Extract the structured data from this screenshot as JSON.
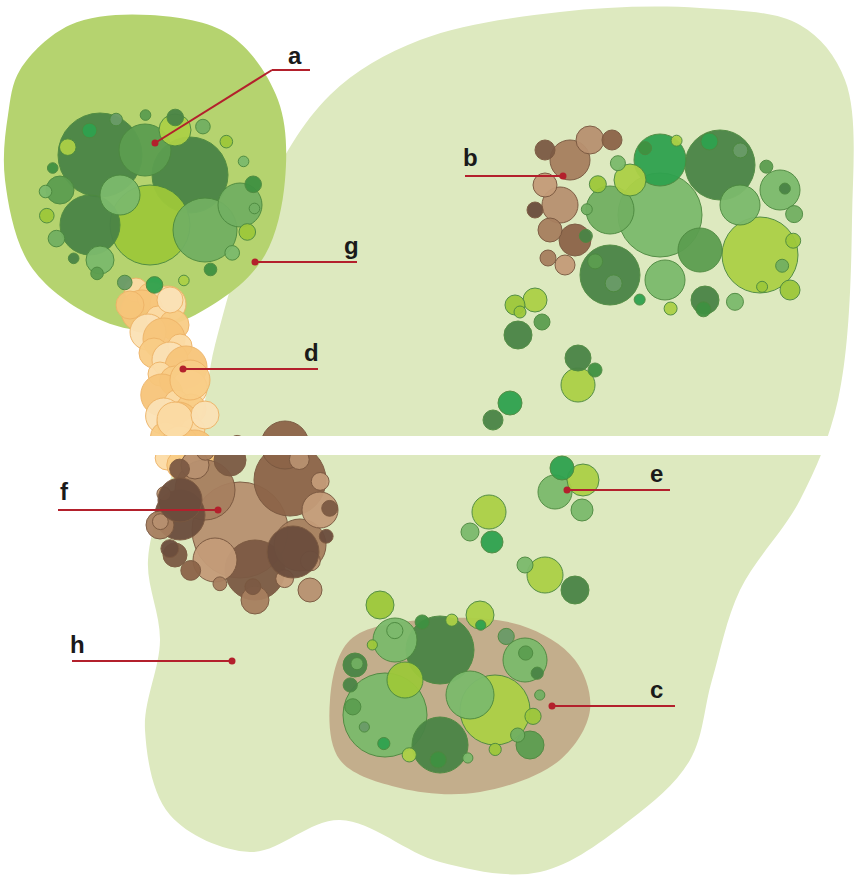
{
  "diagram": {
    "labels": [
      "a",
      "b",
      "g",
      "d",
      "f",
      "e",
      "h",
      "c"
    ]
  }
}
